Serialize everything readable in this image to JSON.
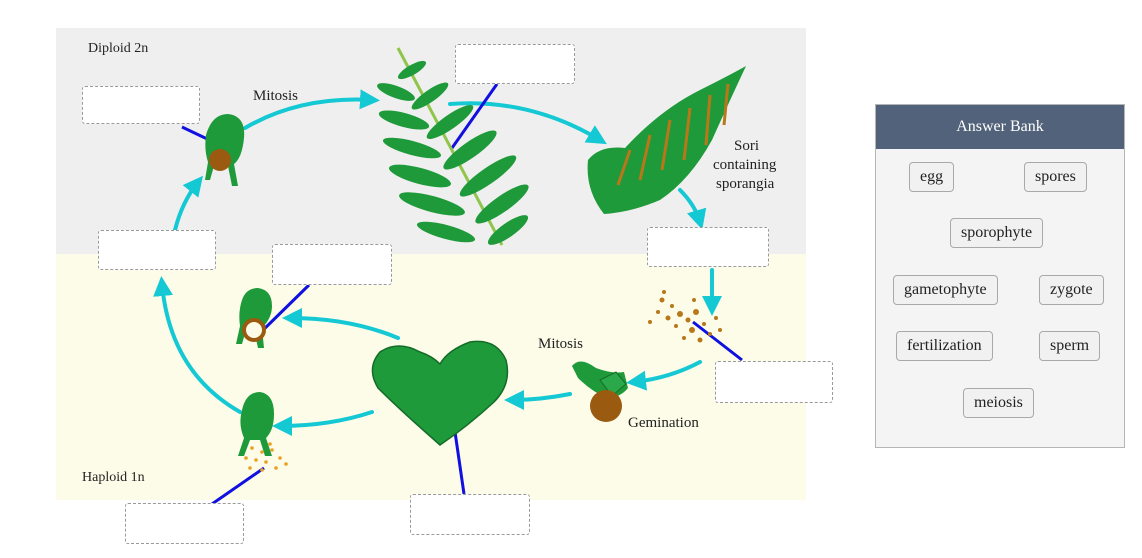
{
  "diagram": {
    "labels": {
      "diploid": "Diploid 2n",
      "haploid": "Haploid 1n",
      "mitosis_top": "Mitosis",
      "mitosis_bottom": "Mitosis",
      "sori_line1": "Sori",
      "sori_line2": "containing",
      "sori_line3": "sporangia",
      "gemination": "Gemination"
    },
    "zone_colors": {
      "diploid": "#efefef",
      "haploid": "#fcfce9"
    },
    "colors": {
      "arrow": "#14c8d4",
      "leader": "#1010e0",
      "plant": "#1f9a3a",
      "brown": "#9a5a10",
      "spore": "#e8a020"
    }
  },
  "answer_bank": {
    "title": "Answer Bank",
    "items": [
      "egg",
      "spores",
      "sporophyte",
      "gametophyte",
      "zygote",
      "fertilization",
      "sperm",
      "meiosis"
    ]
  }
}
